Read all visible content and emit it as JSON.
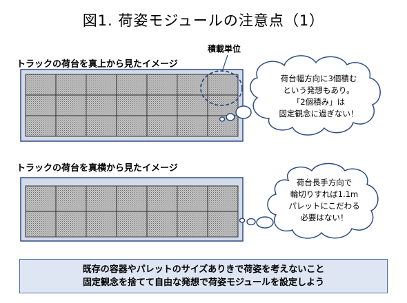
{
  "title": "図1. 荷姿モジュールの注意点（1）",
  "section_top": {
    "heading": "トラックの荷台を真上から見たイメージ",
    "unit_label": "積載単位"
  },
  "section_side": {
    "heading": "トラックの荷台を真横から見たイメージ"
  },
  "bubble_top": {
    "lines": [
      "荷台幅方向に3個積む",
      "という発想もあり。",
      "「2個積み」は",
      "固定観念に過ぎない！"
    ]
  },
  "bubble_side": {
    "lines": [
      "荷台長手方向で",
      "輪切りすれば1.1m",
      "パレットにこだわる",
      "必要はない！"
    ]
  },
  "conclusion": {
    "line1": "既存の容器やパレットのサイズありきで荷姿を考えないこと",
    "line2": "固定観念を捨てて自由な発想で荷姿モジュールを設定しよう"
  },
  "colors": {
    "truck_fill": "#d3dbeb",
    "truck_border": "#2f4d84",
    "bubble_fill": "#ffffff",
    "bubble_border": "#2f4d84",
    "conclusion_fill": "#dfe6f3"
  }
}
